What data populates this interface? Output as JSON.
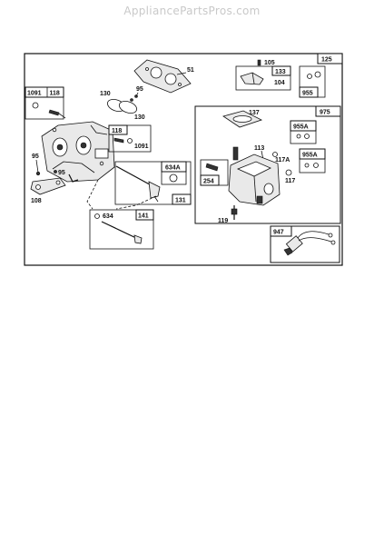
{
  "watermark": "AppliancePartsPros.com",
  "diagram": {
    "callouts": {
      "c125": "125",
      "c51": "51",
      "c105": "105",
      "c133": "133",
      "c104": "104",
      "c955": "955",
      "c1091a": "1091",
      "c118a": "118",
      "c130a": "130",
      "c95a": "95",
      "c130b": "130",
      "c975": "975",
      "c137": "137",
      "c955A_a": "955A",
      "c118b": "118",
      "c1091b": "1091",
      "c113": "113",
      "c117A": "117A",
      "c955A_b": "955A",
      "c95b": "95",
      "c95c": "95",
      "c634A": "634A",
      "c254": "254",
      "c117": "117",
      "c108": "108",
      "c131": "131",
      "c634": "634",
      "c141": "141",
      "c119": "119",
      "c947": "947"
    }
  }
}
